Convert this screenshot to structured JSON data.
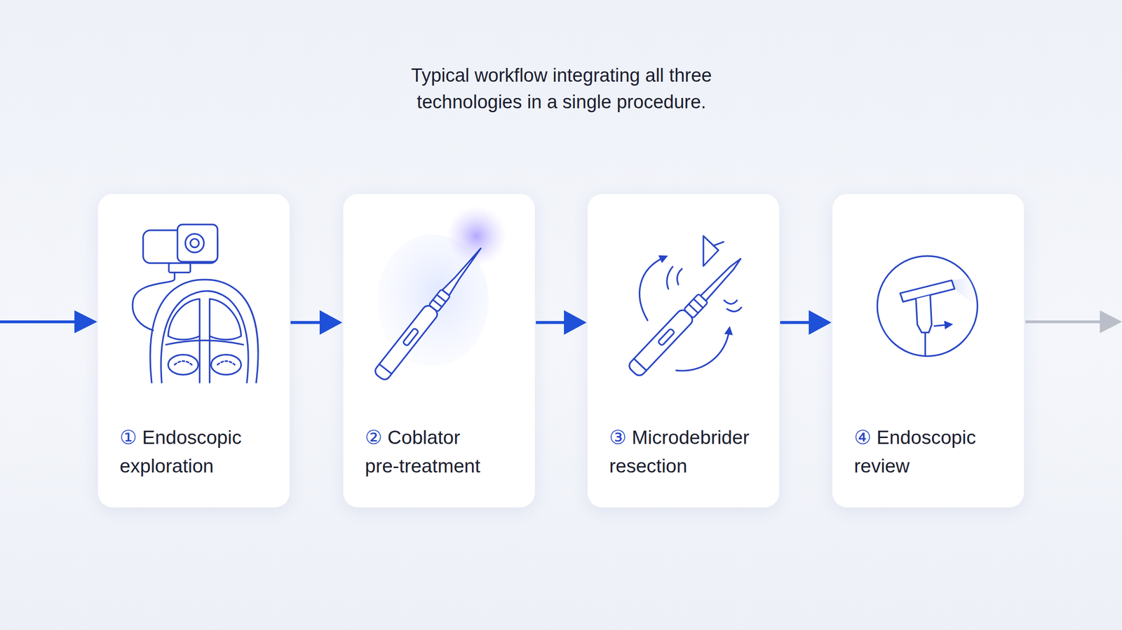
{
  "diagram": {
    "title": "Typical workflow integrating all three technologies in a single procedure.",
    "nodes": [
      {
        "text": [
          "① Endoscopic exploration"
        ]
      },
      {
        "text": [
          "② Coblator pre-treatment"
        ]
      },
      {
        "text": [
          "③ Microdebrider resection"
        ]
      },
      {
        "text": [
          "④ Endoscopic review"
        ]
      }
    ],
    "edges": [
      {
        "from": 0,
        "to": 1,
        "arrow": "to"
      },
      {
        "from": 1,
        "to": 2,
        "arrow": "to"
      },
      {
        "from": 2,
        "to": 3,
        "arrow": "to"
      }
    ]
  }
}
